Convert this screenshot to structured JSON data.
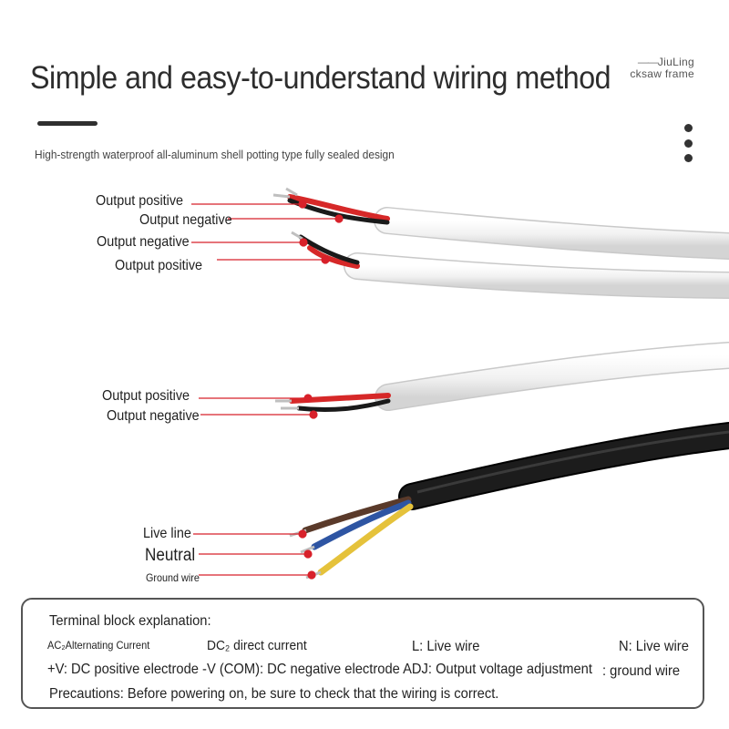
{
  "header": {
    "title": "Simple and easy-to-understand wiring method",
    "brand_line1": "JiuLing",
    "brand_line2": "cksaw frame",
    "subtitle": "High-strength waterproof all-aluminum shell potting type fully sealed design"
  },
  "labels": {
    "c1_pos": "Output positive",
    "c1_neg": "Output negative",
    "c2_neg": "Output negative",
    "c2_pos": "Output positive",
    "c3_pos": "Output positive",
    "c3_neg": "Output negative",
    "c4_live": "Live line",
    "c4_neutral": "Neutral",
    "c4_ground": "Ground wire"
  },
  "terminal": {
    "heading": "Terminal block explanation:",
    "ac": "AC₂Alternating Current",
    "dc": "DC₂ direct current",
    "l": "L: Live wire",
    "n": "N: Live wire",
    "dc_desc": "+V: DC positive electrode -V (COM): DC negative electrode ADJ: Output voltage adjustment",
    "ground": ": ground wire",
    "precaution": "Precautions: Before powering on, be sure to check that the wiring is correct."
  },
  "colors": {
    "leader": "#d8212a",
    "wire_red": "#d62828",
    "wire_black": "#1a1a1a",
    "wire_brown": "#5a3a2a",
    "wire_blue": "#2e55a3",
    "wire_yellow": "#e5c23b",
    "cable_white": "#f2f2f2",
    "cable_black": "#151515"
  }
}
